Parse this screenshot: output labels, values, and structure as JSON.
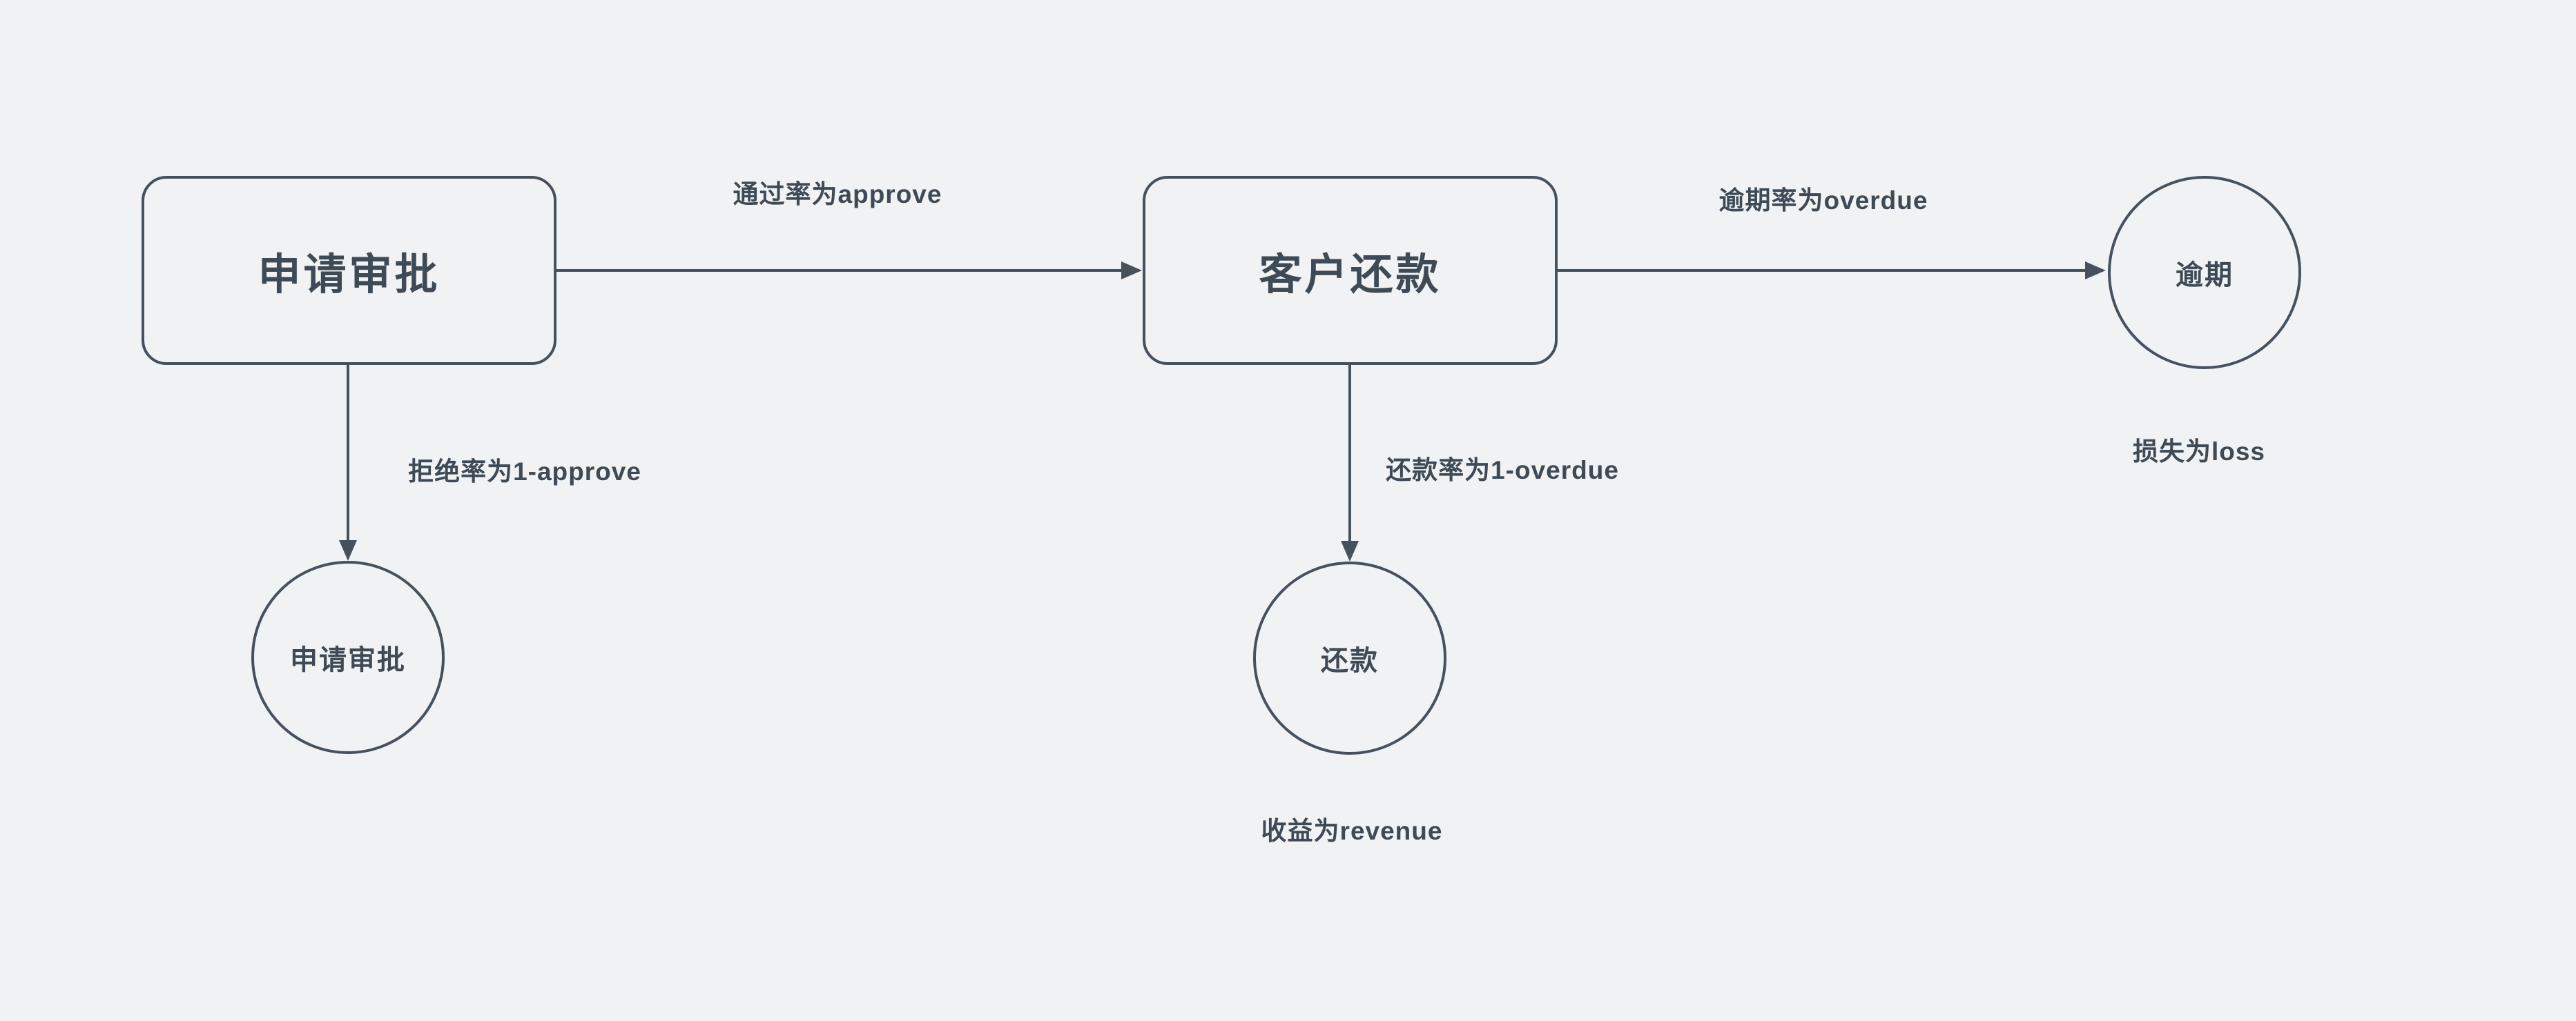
{
  "diagram": {
    "title": "loan-approval-repayment-flowchart",
    "colors": {
      "background": "#f1f2f4",
      "stroke": "#45515d",
      "text": "#3e4a55"
    },
    "nodes": [
      {
        "id": "apply-approval-box",
        "shape": "rounded-rectangle",
        "label": "申请审批"
      },
      {
        "id": "customer-repayment-box",
        "shape": "rounded-rectangle",
        "label": "客户还款"
      },
      {
        "id": "overdue-circle",
        "shape": "circle",
        "label": "逾期"
      },
      {
        "id": "apply-approval-circle",
        "shape": "circle",
        "label": "申请审批"
      },
      {
        "id": "repayment-circle",
        "shape": "circle",
        "label": "还款"
      }
    ],
    "edges": [
      {
        "id": "approve-edge",
        "from": "apply-approval-box",
        "to": "customer-repayment-box",
        "label": "通过率为approve"
      },
      {
        "id": "overdue-edge",
        "from": "customer-repayment-box",
        "to": "overdue-circle",
        "label": "逾期率为overdue"
      },
      {
        "id": "reject-edge",
        "from": "apply-approval-box",
        "to": "apply-approval-circle",
        "label": "拒绝率为1-approve"
      },
      {
        "id": "repay-edge",
        "from": "customer-repayment-box",
        "to": "repayment-circle",
        "label": "还款率为1-overdue"
      }
    ],
    "annotations": [
      {
        "id": "loss-note",
        "text": "损失为loss"
      },
      {
        "id": "revenue-note",
        "text": "收益为revenue"
      }
    ]
  }
}
